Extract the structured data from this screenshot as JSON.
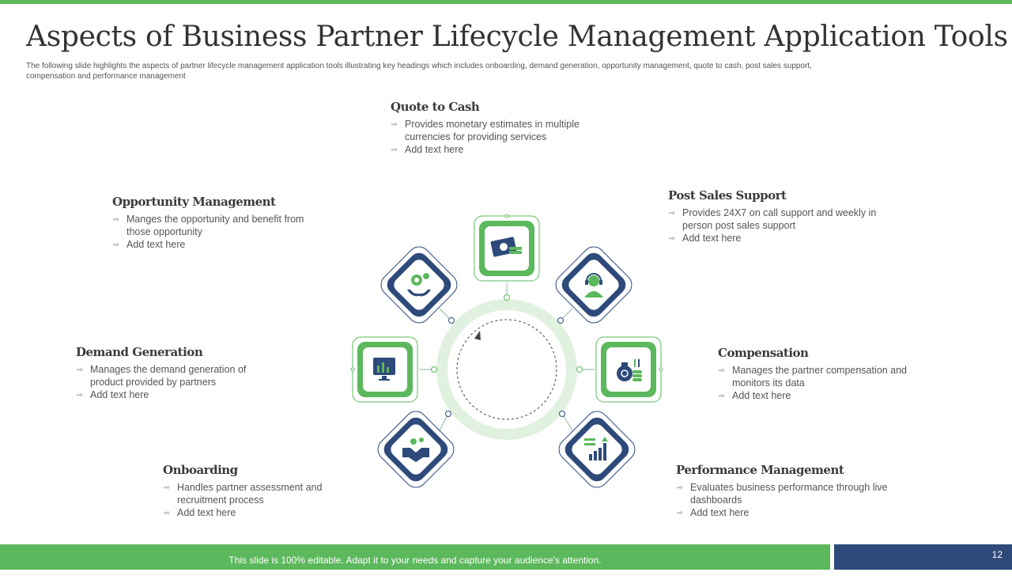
{
  "slide": {
    "title": "Aspects of Business Partner Lifecycle Management Application Tools",
    "subtitle": "The following slide highlights the aspects of partner lifecycle management application tools illustrating key headings which includes onboarding, demand generation, opportunity management,  quote to cash, post sales support, compensation and performance management",
    "footer_text": "This slide is 100% editable. Adapt it to your needs and capture your audience's attention.",
    "page_number": "12"
  },
  "colors": {
    "green": "#5cb85c",
    "navy": "#2e4a7a",
    "light_green": "#e1f1df"
  },
  "blocks": {
    "quote_to_cash": {
      "title": "Quote to Cash",
      "bullets": [
        "Provides  monetary estimates in multiple currencies for providing  services",
        "Add text here"
      ],
      "icon": "money-cash-icon"
    },
    "post_sales": {
      "title": "Post Sales Support",
      "bullets": [
        "Provides 24X7  on call support and weekly in person post sales support",
        "Add text here"
      ],
      "icon": "headset-support-icon"
    },
    "compensation": {
      "title": "Compensation",
      "bullets": [
        "Manages the partner compensation and monitors its data",
        "Add text here"
      ],
      "icon": "money-bag-icon"
    },
    "performance": {
      "title": "Performance Management",
      "bullets": [
        "Evaluates business performance through live dashboards",
        "Add text here"
      ],
      "icon": "bar-chart-icon"
    },
    "onboarding": {
      "title": "Onboarding",
      "bullets": [
        "Handles partner assessment and recruitment process",
        "Add text here"
      ],
      "icon": "handshake-icon"
    },
    "demand": {
      "title": "Demand Generation",
      "bullets": [
        "Manages the demand generation of product provided  by partners",
        "Add text here"
      ],
      "icon": "monitor-chart-icon"
    },
    "opportunity": {
      "title": "Opportunity Management",
      "bullets": [
        "Manges the opportunity and benefit from those opportunity",
        "Add text here"
      ],
      "icon": "gear-hands-icon"
    }
  }
}
